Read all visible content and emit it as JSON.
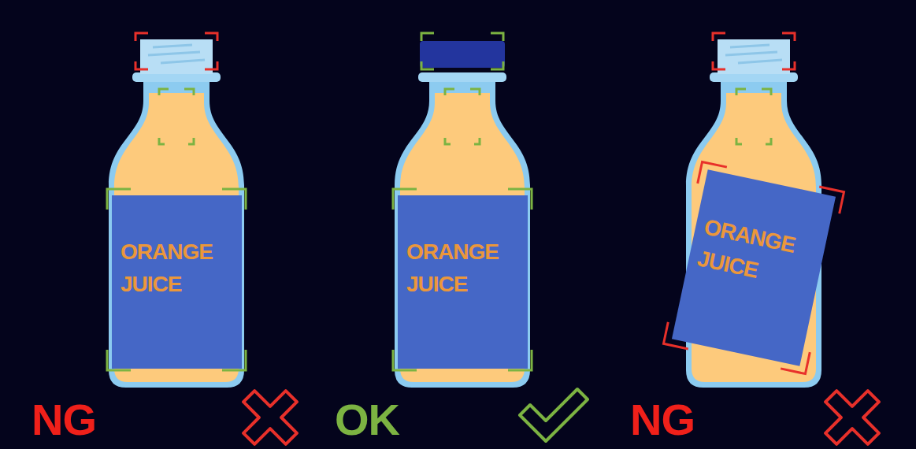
{
  "diagram": {
    "nodes": [
      {
        "text": [
          "ORANGE JUICE"
        ]
      },
      {
        "text": [
          "ORANGE JUICE"
        ]
      },
      {
        "text": [
          "ORANGE JUICE"
        ]
      }
    ],
    "labels": [
      "NG",
      "OK",
      "NG"
    ]
  }
}
